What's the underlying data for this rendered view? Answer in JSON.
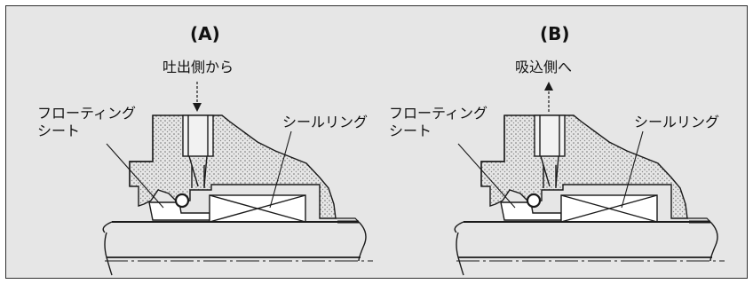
{
  "panels": [
    {
      "title": "(A)",
      "flow_label": "吐出側から",
      "floating_seat_label_line1": "フローティング",
      "floating_seat_label_line2": "シート",
      "seal_ring_label": "シールリング"
    },
    {
      "title": "(B)",
      "flow_label": "吸込側へ",
      "floating_seat_label_line1": "フローティング",
      "floating_seat_label_line2": "シート",
      "seal_ring_label": "シールリング"
    }
  ],
  "colors": {
    "background": "#e6e6e6",
    "line": "#1a1a1a",
    "housing_stipple": "#9a9a9a"
  }
}
